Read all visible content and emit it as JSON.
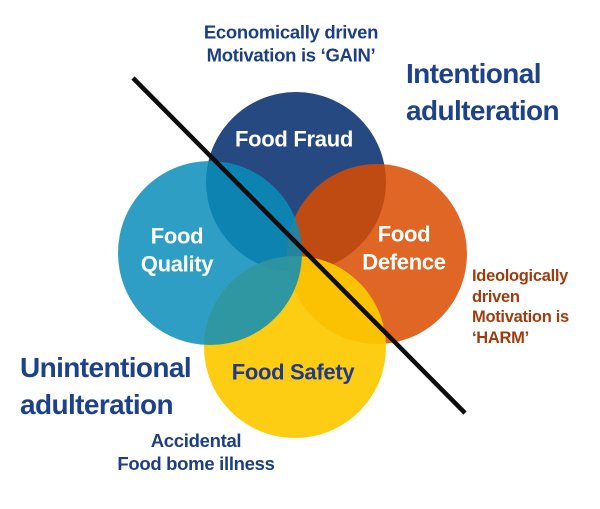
{
  "diagram": {
    "title_implicit": "Food adulteration Venn diagram",
    "circles": {
      "fraud": {
        "label": "Food Fraud"
      },
      "quality": {
        "label": "Food\nQuality"
      },
      "defence": {
        "label": "Food\nDefence"
      },
      "safety": {
        "label": "Food Safety"
      }
    },
    "annotations": {
      "economically": "Economically driven\nMotivation is ‘GAIN’",
      "intentional": "Intentional\nadulteration",
      "ideologically": "Ideologically\ndriven\nMotivation is\n‘HARM’",
      "unintentional": "Unintentional\nadulteration",
      "accidental": "Accidental\nFood bome illness"
    },
    "colors": {
      "fraud_fill": "#00296b",
      "quality_fill": "#098dba",
      "defence_fill": "#db4b00",
      "safety_fill": "#fdc900",
      "divider": "#0d0d0d",
      "white_label": "#ffffff",
      "safety_label": "#21398b",
      "navy_text": "#1c3e82",
      "heading_navy": "#1e4289",
      "brown_text": "#9d3d0f"
    }
  }
}
